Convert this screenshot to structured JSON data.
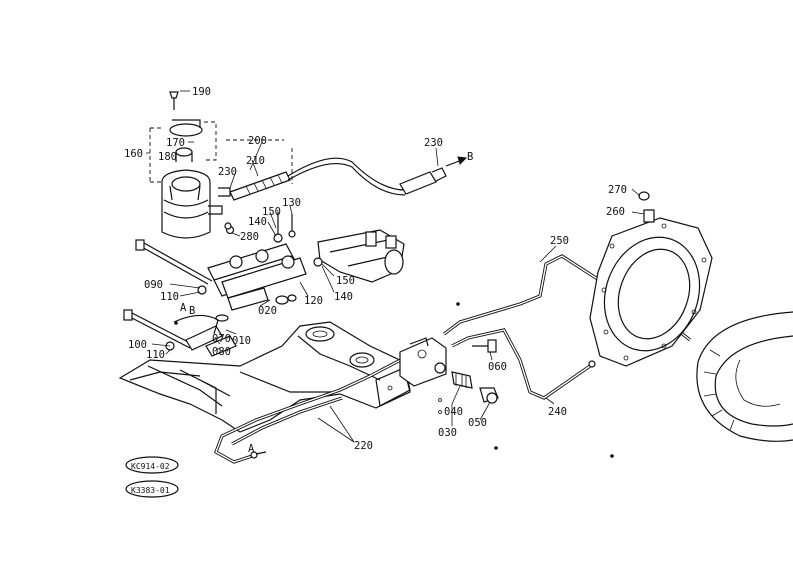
{
  "labels": {
    "p190": "190",
    "p170": "170",
    "p160": "160",
    "p180": "180",
    "p200": "200",
    "p210": "210",
    "p230a": "230",
    "p230b": "230",
    "pB": "B",
    "p150a": "150",
    "p130": "130",
    "p140a": "140",
    "p280": "280",
    "p150b": "150",
    "p140b": "140",
    "p120": "120",
    "p090": "090",
    "p110a": "110",
    "pA1": "A",
    "pB1": "B",
    "p020": "020",
    "p010": "010",
    "p070": "070",
    "p080": "080",
    "p100": "100",
    "p110b": "110",
    "p250": "250",
    "p270": "270",
    "p260": "260",
    "p060": "060",
    "p040": "040",
    "p030": "030",
    "p050": "050",
    "p240": "240",
    "p220": "220",
    "pA2": "A"
  },
  "stamps": {
    "stamp1": "KC914-02",
    "stamp2": "K3383-01"
  }
}
